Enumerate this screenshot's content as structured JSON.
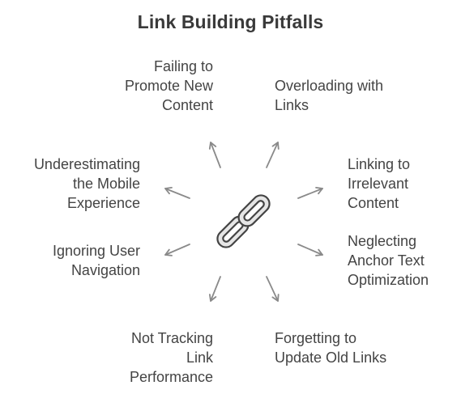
{
  "title": "Link Building Pitfalls",
  "center_icon": "chain-link-icon",
  "pitfalls": [
    {
      "id": "failing-to-promote",
      "text": "Failing to\nPromote New\nContent"
    },
    {
      "id": "overloading-links",
      "text": "Overloading with\nLinks"
    },
    {
      "id": "underestimating-mobile",
      "text": "Underestimating\nthe Mobile\nExperience"
    },
    {
      "id": "linking-irrelevant",
      "text": "Linking to\nIrrelevant\nContent"
    },
    {
      "id": "ignoring-navigation",
      "text": "Ignoring User\nNavigation"
    },
    {
      "id": "neglecting-anchor",
      "text": "Neglecting\nAnchor Text\nOptimization"
    },
    {
      "id": "not-tracking",
      "text": "Not Tracking\nLink\nPerformance"
    },
    {
      "id": "forgetting-update",
      "text": "Forgetting to\nUpdate Old Links"
    }
  ],
  "colors": {
    "text": "#444444",
    "title": "#3a3a3a",
    "arrow": "#8a8a8a",
    "icon_stroke": "#444444",
    "icon_fill": "#e6e6e6"
  }
}
